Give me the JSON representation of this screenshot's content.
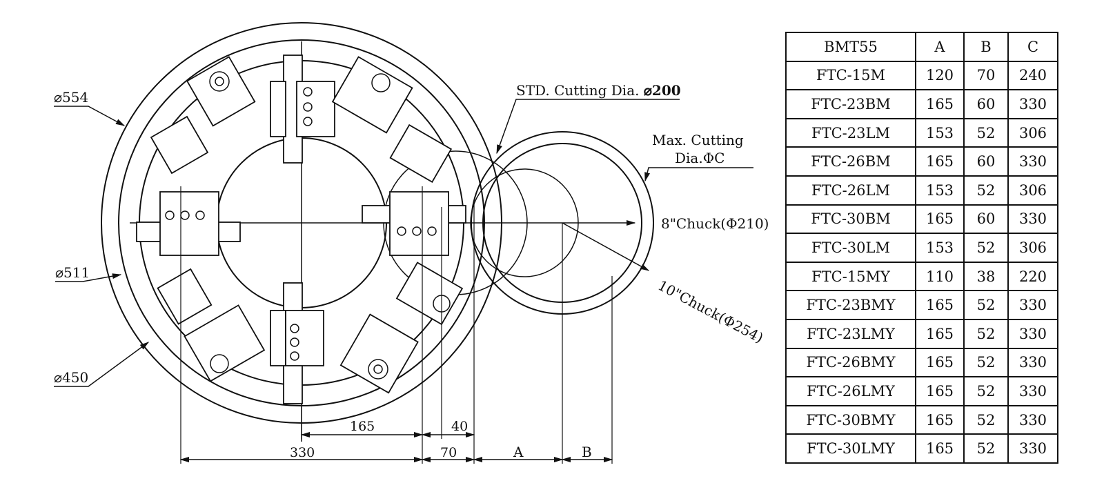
{
  "labels": {
    "d554": "⌀554",
    "d511": "⌀511",
    "d450": "⌀450",
    "std_cutting_prefix": "STD. Cutting Dia.",
    "std_cutting_value": "⌀200",
    "max_cutting_line1": "Max. Cutting",
    "max_cutting_line2": "Dia.ΦC",
    "chuck8": "8\"Chuck(Φ210)",
    "chuck10": "10\"Chuck(Φ254)",
    "dim_165": "165",
    "dim_40": "40",
    "dim_330": "330",
    "dim_70": "70",
    "dim_A": "A",
    "dim_B": "B"
  },
  "table": {
    "headers": [
      "BMT55",
      "A",
      "B",
      "C"
    ],
    "rows": [
      [
        "FTC-15M",
        "120",
        "70",
        "240"
      ],
      [
        "FTC-23BM",
        "165",
        "60",
        "330"
      ],
      [
        "FTC-23LM",
        "153",
        "52",
        "306"
      ],
      [
        "FTC-26BM",
        "165",
        "60",
        "330"
      ],
      [
        "FTC-26LM",
        "153",
        "52",
        "306"
      ],
      [
        "FTC-30BM",
        "165",
        "60",
        "330"
      ],
      [
        "FTC-30LM",
        "153",
        "52",
        "306"
      ],
      [
        "FTC-15MY",
        "110",
        "38",
        "220"
      ],
      [
        "FTC-23BMY",
        "165",
        "52",
        "330"
      ],
      [
        "FTC-23LMY",
        "165",
        "52",
        "330"
      ],
      [
        "FTC-26BMY",
        "165",
        "52",
        "330"
      ],
      [
        "FTC-26LMY",
        "165",
        "52",
        "330"
      ],
      [
        "FTC-30BMY",
        "165",
        "52",
        "330"
      ],
      [
        "FTC-30LMY",
        "165",
        "52",
        "330"
      ]
    ]
  }
}
